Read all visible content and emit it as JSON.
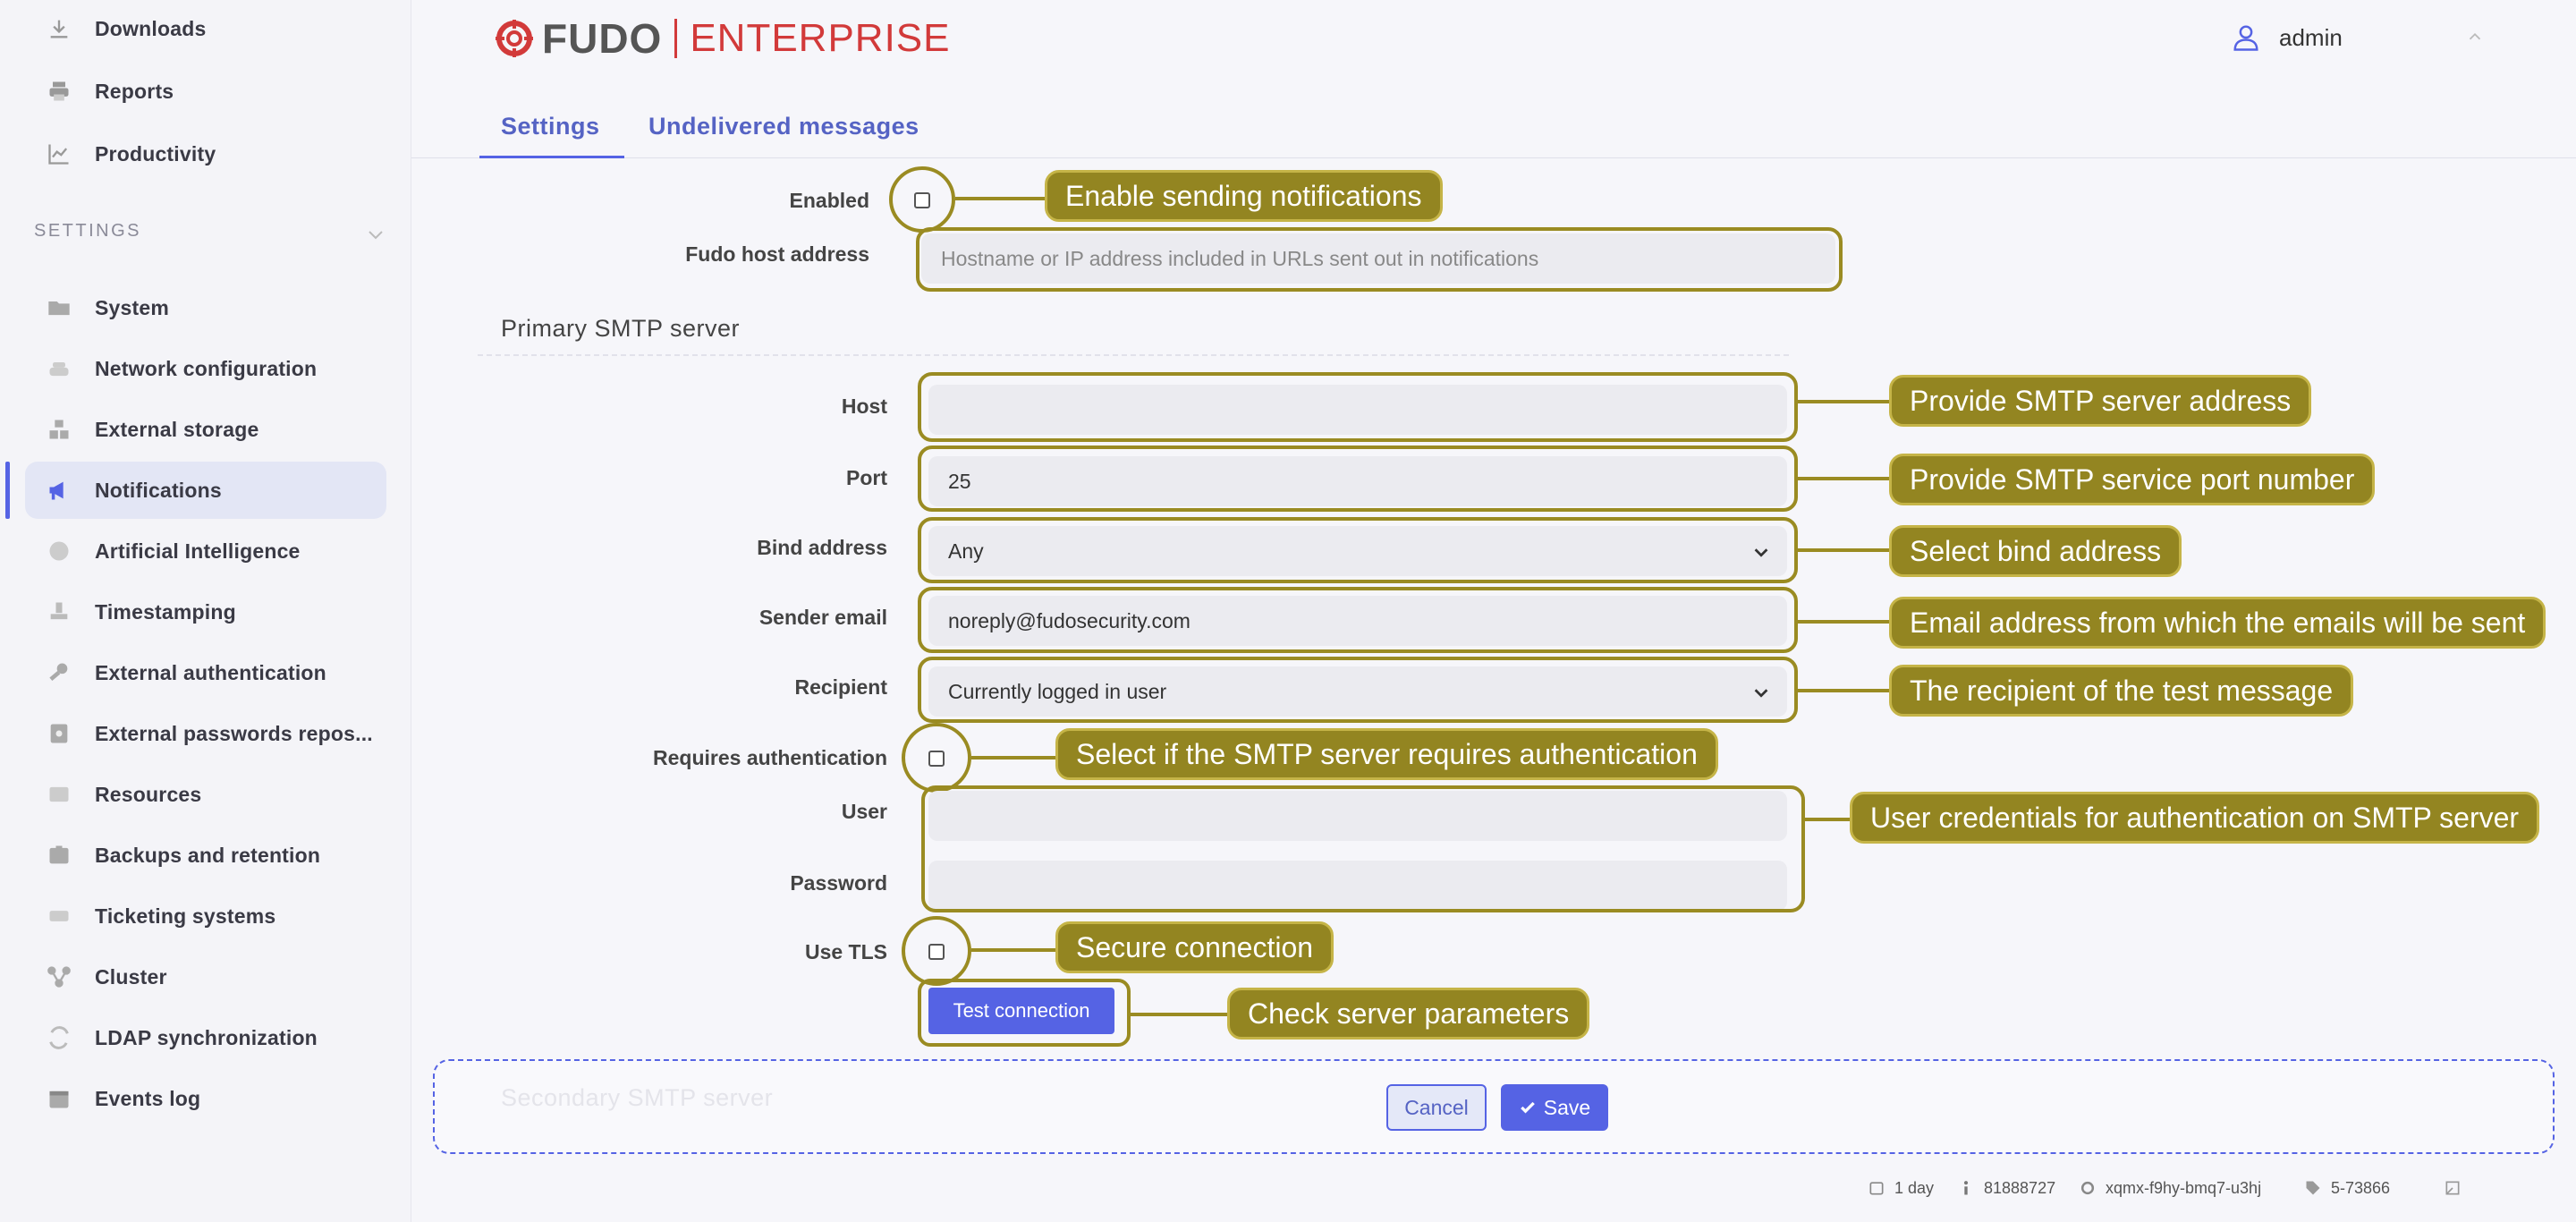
{
  "sidebar": {
    "items_top": [
      {
        "label": "Downloads",
        "icon": "download-icon"
      },
      {
        "label": "Reports",
        "icon": "printer-icon"
      },
      {
        "label": "Productivity",
        "icon": "chart-line-icon"
      }
    ],
    "section_label": "SETTINGS",
    "items": [
      {
        "label": "System",
        "icon": "folder-icon"
      },
      {
        "label": "Network configuration",
        "icon": "network-icon"
      },
      {
        "label": "External storage",
        "icon": "storage-icon"
      },
      {
        "label": "Notifications",
        "icon": "megaphone-icon",
        "active": true
      },
      {
        "label": "Artificial Intelligence",
        "icon": "brain-icon"
      },
      {
        "label": "Timestamping",
        "icon": "stamp-icon"
      },
      {
        "label": "External authentication",
        "icon": "key-icon"
      },
      {
        "label": "External passwords repos...",
        "icon": "safe-icon"
      },
      {
        "label": "Resources",
        "icon": "image-icon"
      },
      {
        "label": "Backups and retention",
        "icon": "archive-icon"
      },
      {
        "label": "Ticketing systems",
        "icon": "ticket-icon"
      },
      {
        "label": "Cluster",
        "icon": "cluster-icon"
      },
      {
        "label": "LDAP synchronization",
        "icon": "sync-icon"
      },
      {
        "label": "Events log",
        "icon": "calendar-icon"
      }
    ]
  },
  "header": {
    "logo_fudo": "FUDO",
    "logo_enterprise": "ENTERPRISE",
    "user": "admin"
  },
  "tabs": [
    {
      "label": "Settings",
      "active": true
    },
    {
      "label": "Undelivered messages",
      "active": false
    }
  ],
  "form": {
    "enabled_label": "Enabled",
    "host_address_label": "Fudo host address",
    "host_address_placeholder": "Hostname or IP address included in URLs sent out in notifications",
    "primary_section": "Primary SMTP server",
    "host_label": "Host",
    "host_value": "",
    "port_label": "Port",
    "port_value": "25",
    "bind_label": "Bind address",
    "bind_value": "Any",
    "sender_label": "Sender email",
    "sender_value": "noreply@fudosecurity.com",
    "recipient_label": "Recipient",
    "recipient_value": "Currently logged in user",
    "requires_auth_label": "Requires authentication",
    "user_label": "User",
    "user_value": "",
    "password_label": "Password",
    "password_value": "",
    "tls_label": "Use TLS",
    "test_button": "Test connection",
    "secondary_section": "Secondary SMTP server"
  },
  "annotations": {
    "enabled": "Enable sending notifications",
    "host": "Provide SMTP server address",
    "port": "Provide SMTP service port number",
    "bind": "Select bind address",
    "sender": "Email address from which the emails will be sent",
    "recipient": "The recipient of the test message",
    "requires_auth": "Select if the SMTP server requires authentication",
    "credentials": "User credentials for authentication on SMTP server",
    "tls": "Secure connection",
    "test": "Check server parameters"
  },
  "actions": {
    "cancel": "Cancel",
    "save": "Save"
  },
  "footer": {
    "uptime": "1 day",
    "info": "81888727",
    "node": "xqmx-f9hy-bmq7-u3hj",
    "version": "5-73866"
  },
  "colors": {
    "accent": "#5563e4",
    "annotation": "#938521",
    "brand_red": "#d23a3a"
  }
}
